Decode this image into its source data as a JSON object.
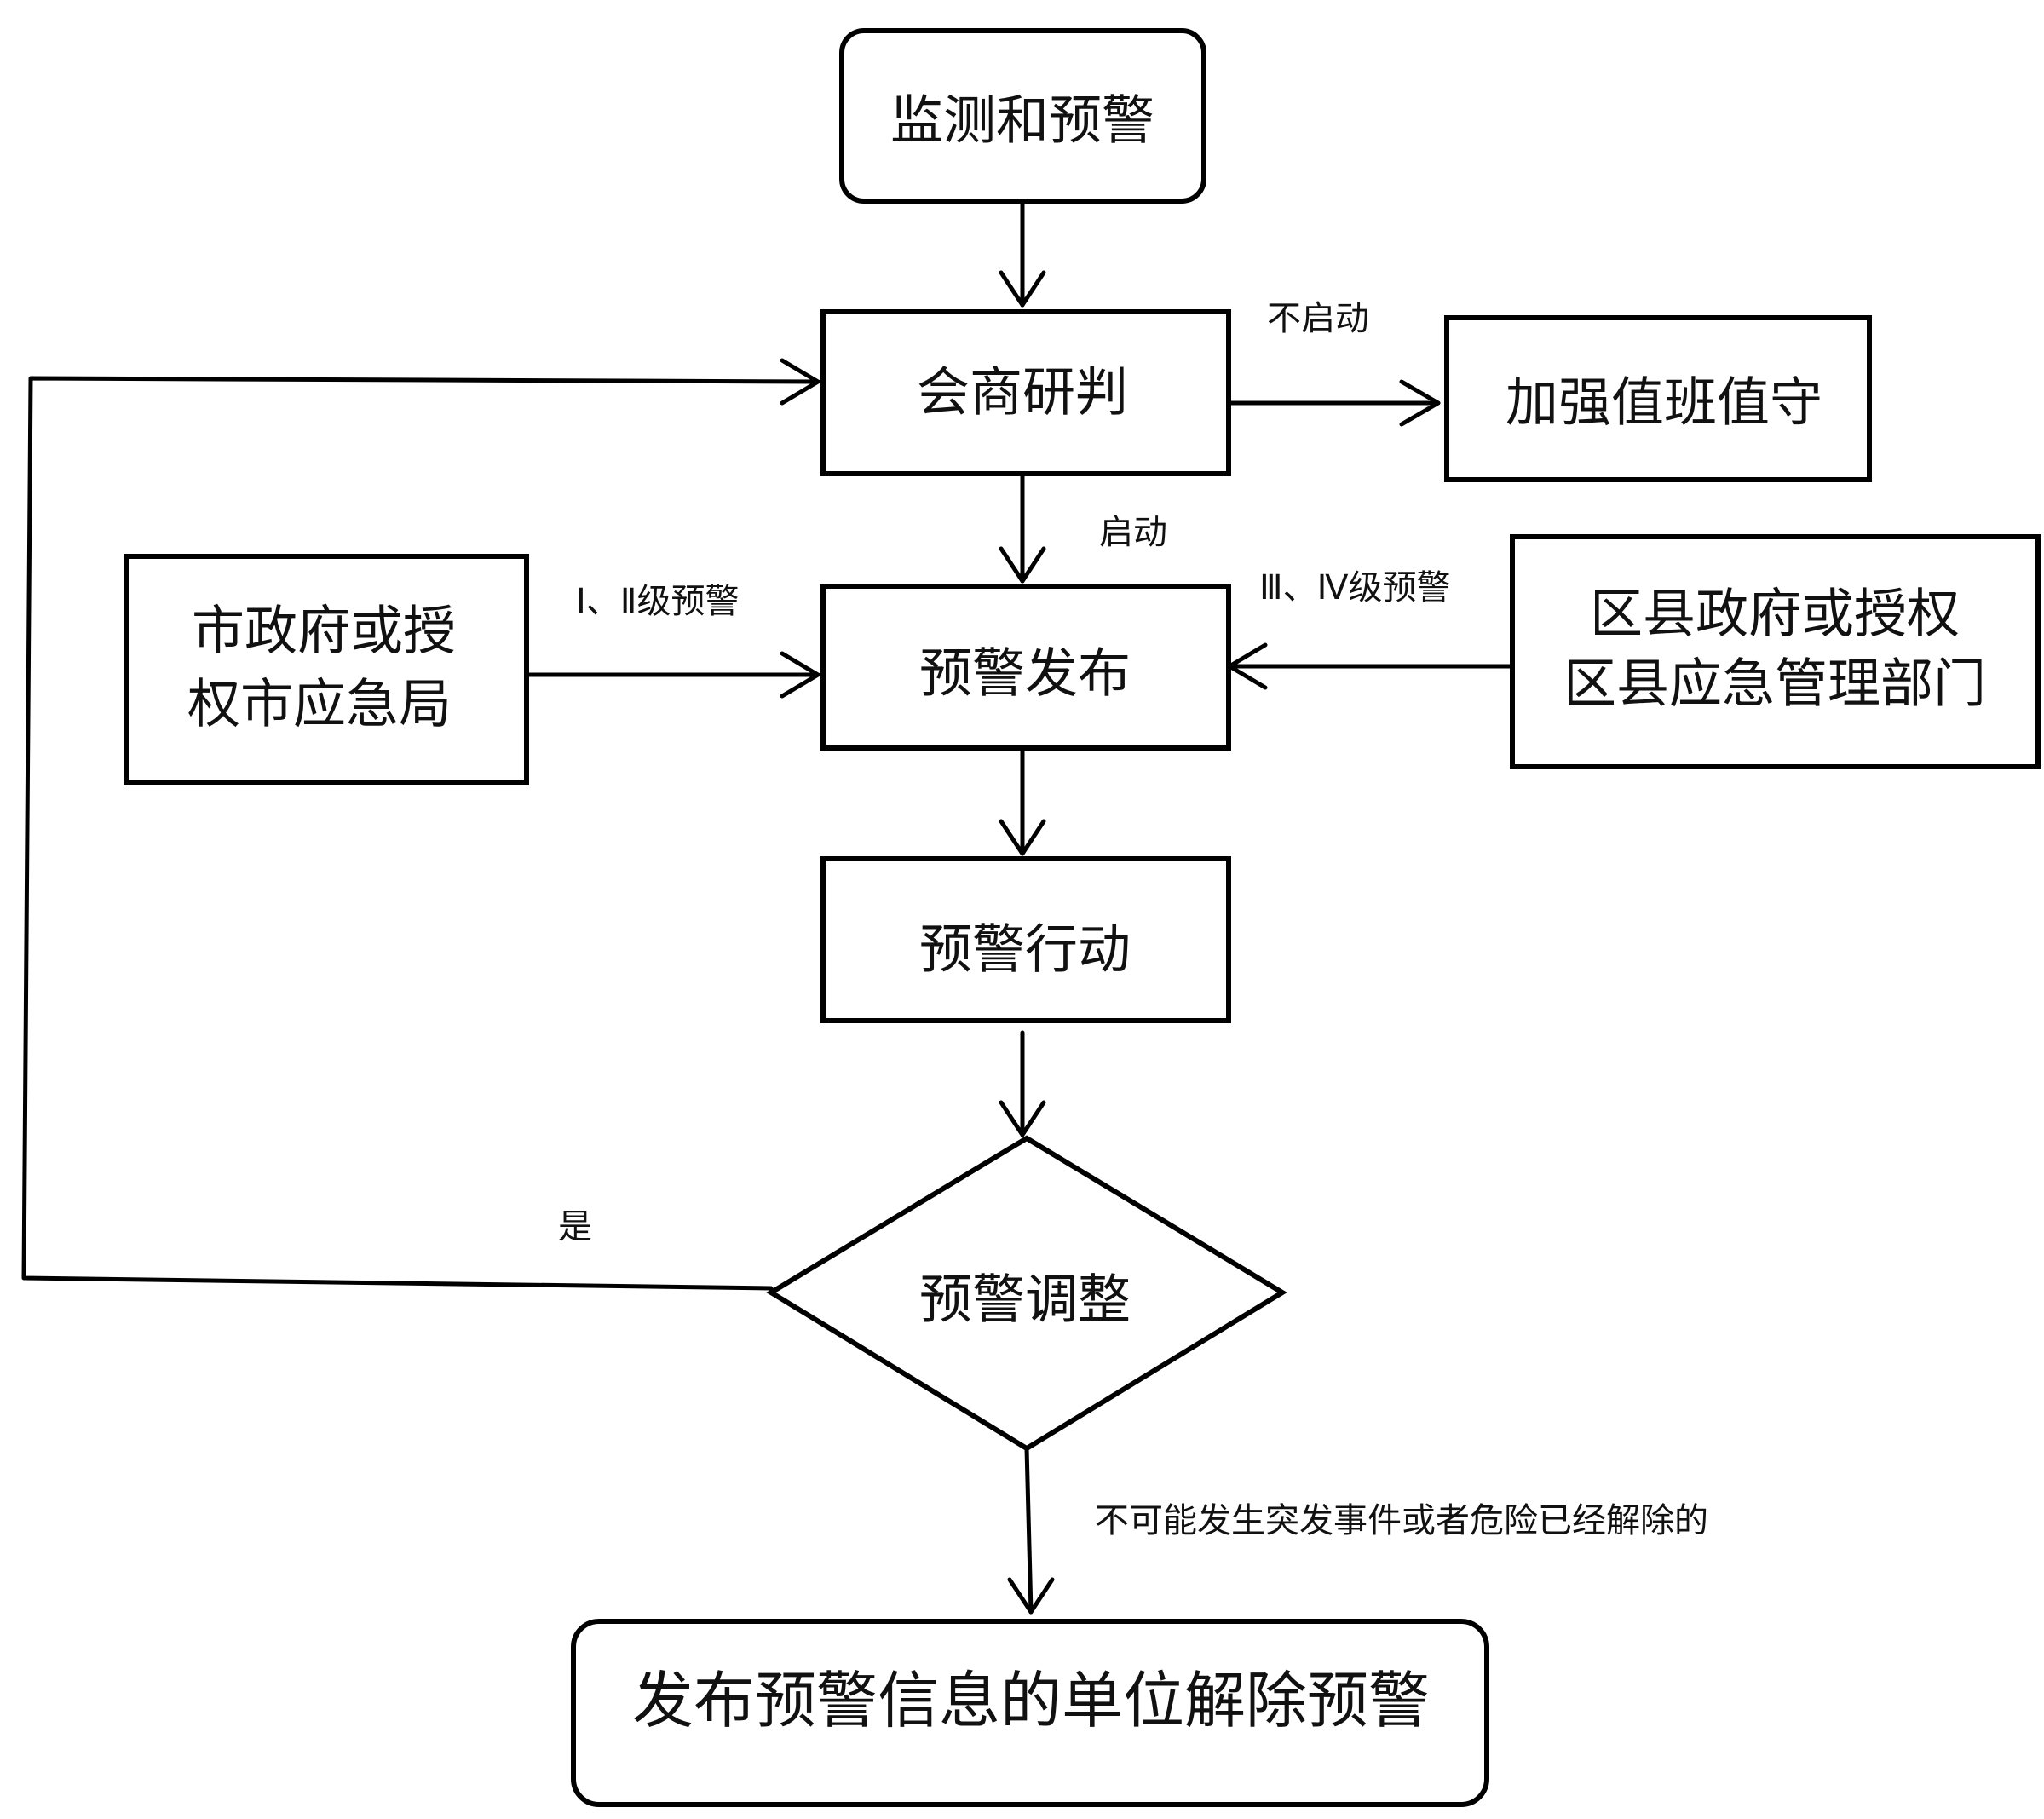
{
  "nodes": {
    "monitoring": "监测和预警",
    "consultation": "会商研判",
    "strengthen_duty": "加强值班值守",
    "city_gov_line1": "市政府或授",
    "city_gov_line2": "权市应急局",
    "district_gov_line1": "区县政府或授权",
    "district_gov_line2": "区县应急管理部门",
    "warning_release": "预警发布",
    "warning_action": "预警行动",
    "warning_adjust": "预警调整",
    "lift_warning": "发布预警信息的单位解除预警"
  },
  "edges": {
    "not_start": "不启动",
    "start": "启动",
    "level_1_2": "Ⅰ、Ⅱ级预警",
    "level_3_4": "Ⅲ、Ⅳ级预警",
    "yes": "是",
    "condition": "不可能发生突发事件或者危险已经解除的"
  }
}
